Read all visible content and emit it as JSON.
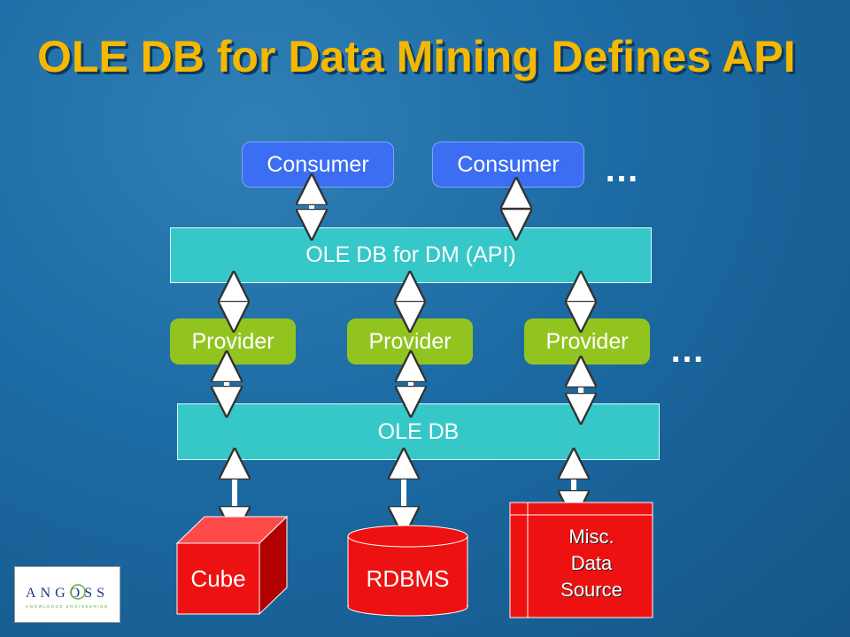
{
  "title": "OLE DB for Data Mining Defines API",
  "consumers": [
    "Consumer",
    "Consumer"
  ],
  "consumer_ellipsis": "…",
  "api_layer": "OLE DB for DM (API)",
  "providers": [
    "Provider",
    "Provider",
    "Provider"
  ],
  "provider_ellipsis": "…",
  "oledb_layer": "OLE DB",
  "sources": {
    "cube": "Cube",
    "rdbms": "RDBMS",
    "misc": [
      "Misc.",
      "Data",
      "Source"
    ]
  },
  "logo": {
    "text": "ANGOSS",
    "subtext": "KNOWLEDGE ENGINEERING"
  },
  "colors": {
    "title": "#f5b800",
    "consumer": "#3b6ef2",
    "layer": "#36c8c8",
    "provider": "#92c420",
    "source": "#ee1111"
  }
}
